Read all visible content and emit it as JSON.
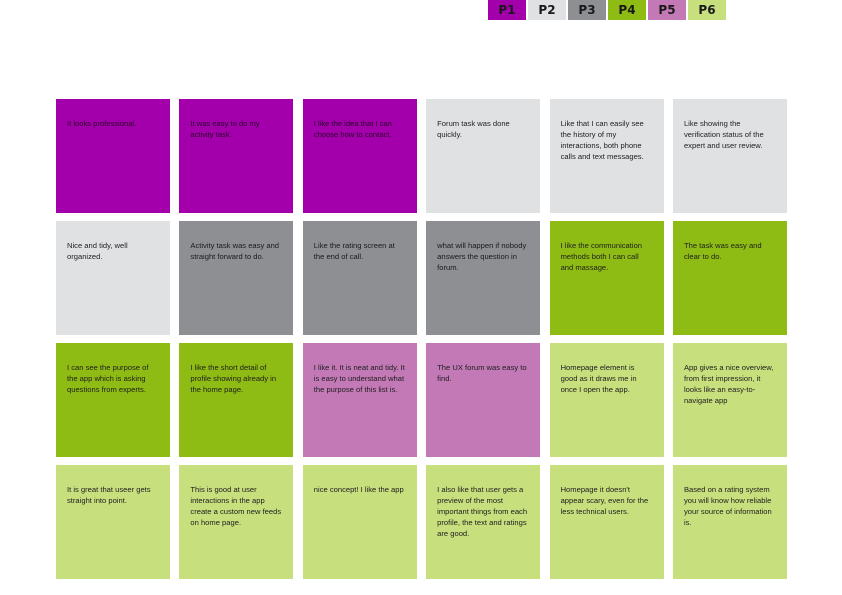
{
  "legend": [
    {
      "label": "P1",
      "color": "#a300ac"
    },
    {
      "label": "P2",
      "color": "#e0e1e3"
    },
    {
      "label": "P3",
      "color": "#8e8f93"
    },
    {
      "label": "P4",
      "color": "#8ebc14"
    },
    {
      "label": "P5",
      "color": "#c279b6"
    },
    {
      "label": "P6",
      "color": "#c8df7e"
    }
  ],
  "notes": [
    {
      "participant": "P1",
      "text": "It looks professional."
    },
    {
      "participant": "P1",
      "text": "It was easy to do my activity task."
    },
    {
      "participant": "P1",
      "text": "I like the idea that I can choose how to contact."
    },
    {
      "participant": "P2",
      "text": "Forum task was done quickly."
    },
    {
      "participant": "P2",
      "text": "Like that I can easily see the history of my interactions, both phone calls and text messages."
    },
    {
      "participant": "P2",
      "text": "Like showing the verification status of the expert and user review."
    },
    {
      "participant": "P2",
      "text": "Nice and tidy, well organized."
    },
    {
      "participant": "P3",
      "text": "Activity task was easy and straight forward to do."
    },
    {
      "participant": "P3",
      "text": "Like the rating screen at the end of call."
    },
    {
      "participant": "P3",
      "text": "what will happen if nobody answers the question in forum."
    },
    {
      "participant": "P4",
      "text": "I like the communication methods both I can call and massage."
    },
    {
      "participant": "P4",
      "text": "The task was easy and clear to do."
    },
    {
      "participant": "P4",
      "text": "I can see the purpose of the app which is asking questions from experts."
    },
    {
      "participant": "P4",
      "text": "I like the short detail of profile showing already in the home page."
    },
    {
      "participant": "P5",
      "text": "I like it. It is neat and tidy. It is easy to understand what the purpose of this list is."
    },
    {
      "participant": "P5",
      "text": "The UX forum was easy to find."
    },
    {
      "participant": "P6",
      "text": "Homepage element is good as it draws me in once I open the app."
    },
    {
      "participant": "P6",
      "text": "App gives a nice overview, from first impression, it looks like an easy-to-navigate app"
    },
    {
      "participant": "P6",
      "text": "It is great that useer gets straight into point."
    },
    {
      "participant": "P6",
      "text": "This is good at user interactions in the app create a custom new feeds on home page."
    },
    {
      "participant": "P6",
      "text": "nice concept! I like the app"
    },
    {
      "participant": "P6",
      "text": "I also like that user gets a preview of the most important things from each profile, the text and ratings are good."
    },
    {
      "participant": "P6",
      "text": "Homepage it doesn't appear scary, even for the less technical users."
    },
    {
      "participant": "P6",
      "text": "Based on a rating system you will know how reliable your source of information is."
    }
  ]
}
